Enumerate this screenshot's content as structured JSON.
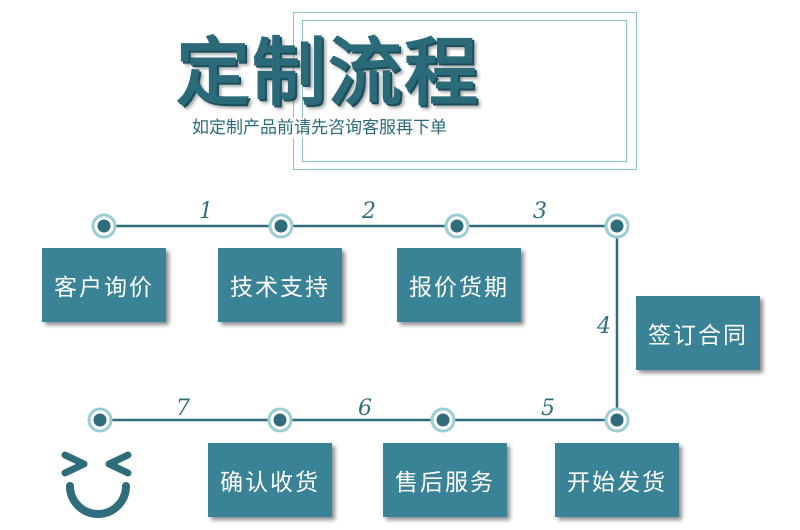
{
  "header": {
    "title": "定制流程",
    "subtitle": "如定制产品前请先咨询客服再下单"
  },
  "steps": [
    {
      "number": "1",
      "label": "客户询价"
    },
    {
      "number": "2",
      "label": "技术支持"
    },
    {
      "number": "3",
      "label": "报价货期"
    },
    {
      "number": "4",
      "label": "签订合同"
    },
    {
      "number": "5",
      "label": "开始发货"
    },
    {
      "number": "6",
      "label": "售后服务"
    },
    {
      "number": "7",
      "label": "确认收货"
    }
  ],
  "colors": {
    "accent": "#3a8295",
    "line": "#2f6d7c",
    "frame": "#8cc4cc",
    "node_ring": "#9ccdd5"
  },
  "icons": [
    "smiley-face-icon"
  ]
}
